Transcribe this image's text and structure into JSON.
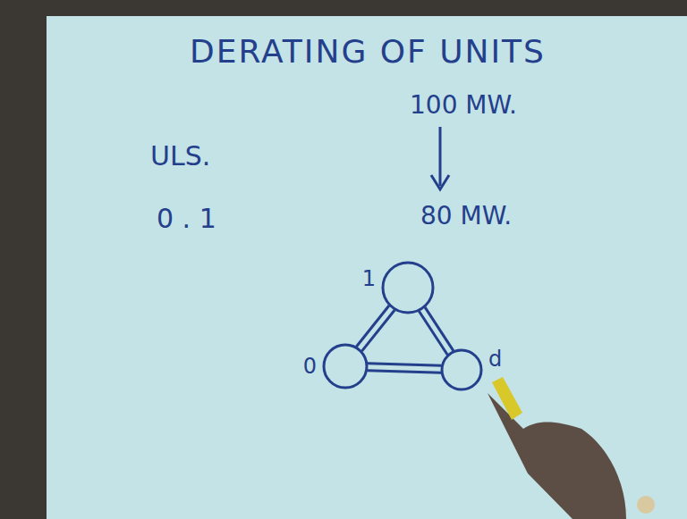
{
  "diagram": {
    "title": "DERATING OF UNITS",
    "nodes": [
      {
        "text": [
          "1"
        ]
      },
      {
        "text": [
          "0"
        ]
      },
      {
        "text": [
          "d"
        ]
      }
    ],
    "edges": [
      {
        "from": 0,
        "to": 1,
        "arrow": "none"
      },
      {
        "from": 1,
        "to": 2,
        "arrow": "none"
      },
      {
        "from": 0,
        "to": 2,
        "arrow": "none"
      }
    ],
    "labels": [
      "100 MW.",
      "80 MW.",
      "ULS.",
      "0 . 1"
    ]
  }
}
